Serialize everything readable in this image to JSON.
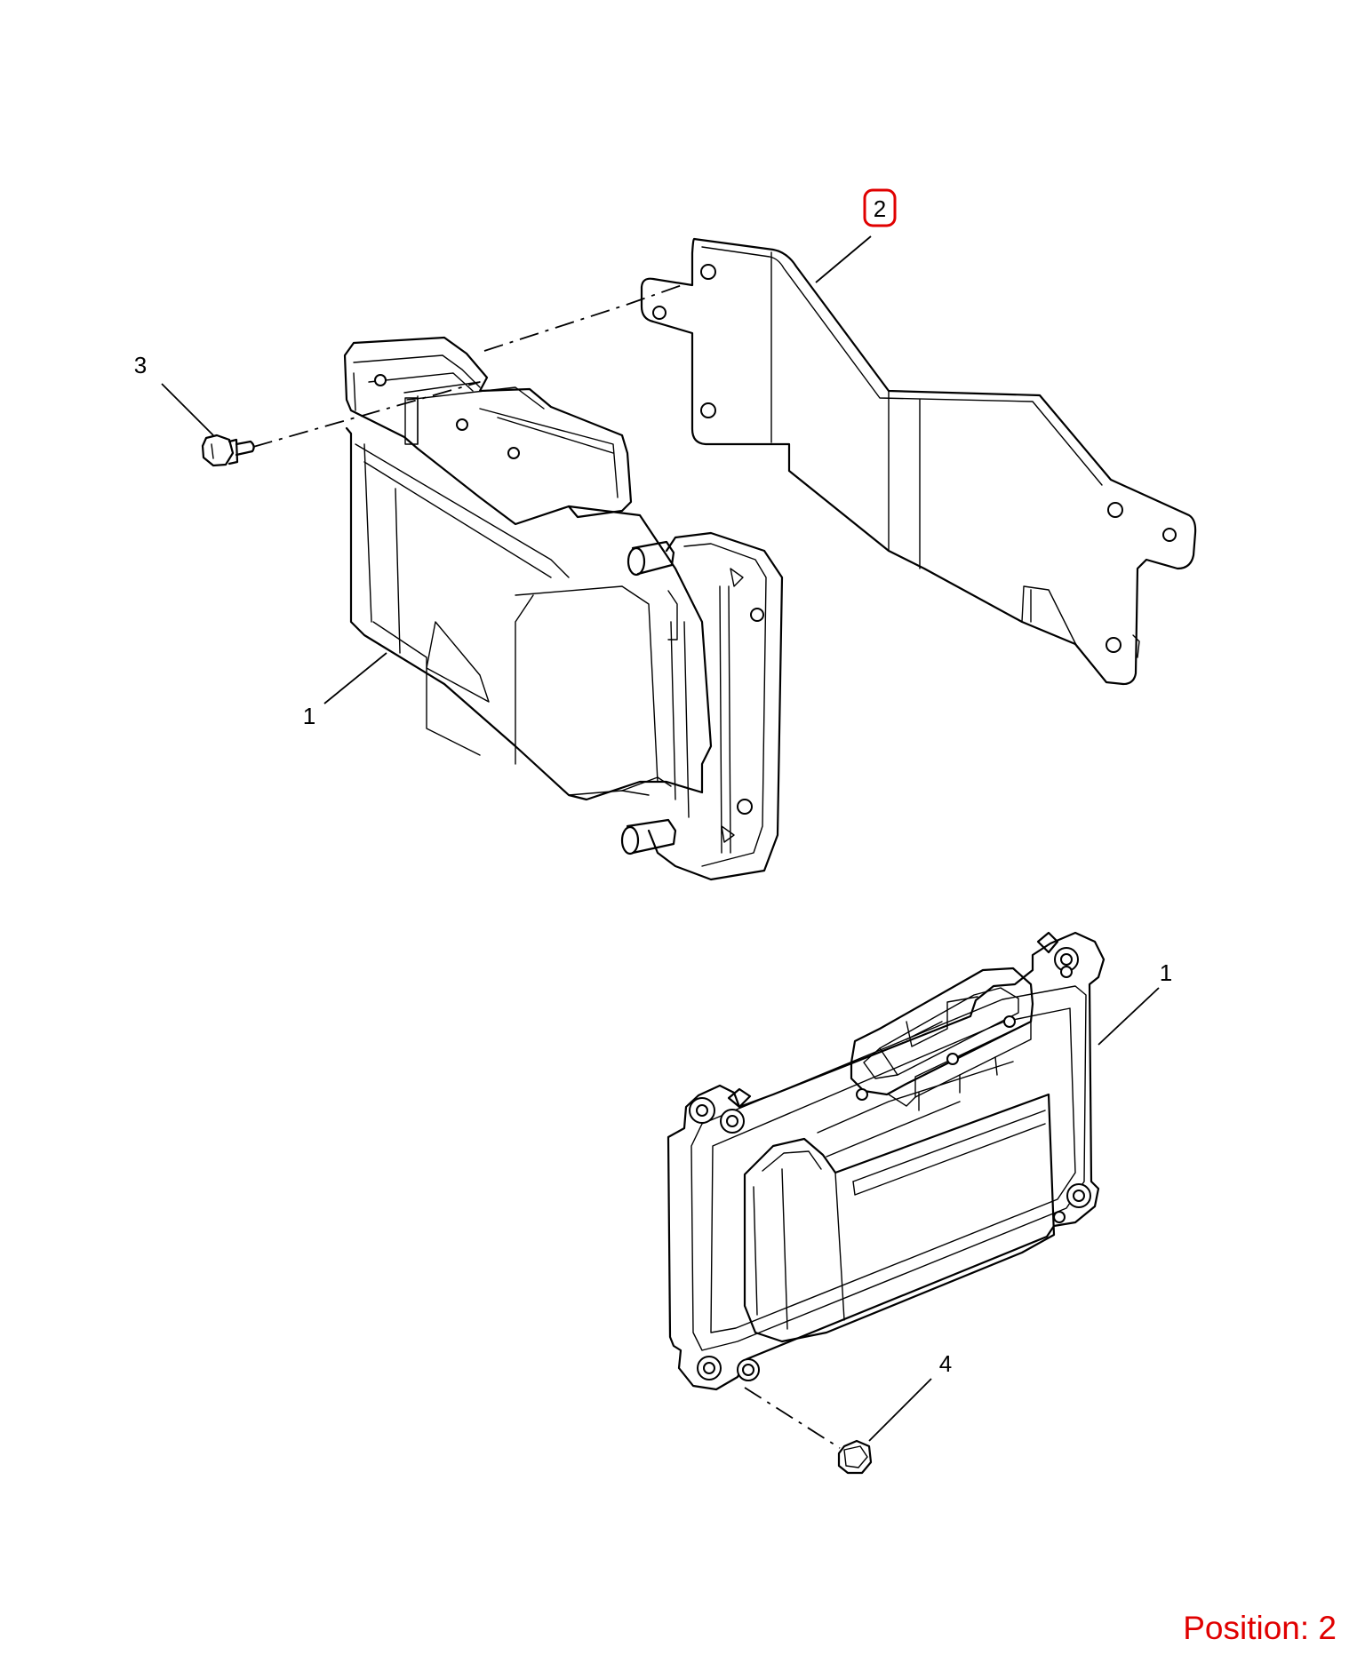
{
  "callouts": {
    "ecu_upper": "1",
    "bracket": "2",
    "bolt": "3",
    "ecu_lower": "1",
    "nut": "4"
  },
  "selected_callout": "2",
  "position": {
    "label": "Position: 2"
  },
  "colors": {
    "line": "#000000",
    "highlight": "#e00000",
    "background": "#ffffff"
  }
}
